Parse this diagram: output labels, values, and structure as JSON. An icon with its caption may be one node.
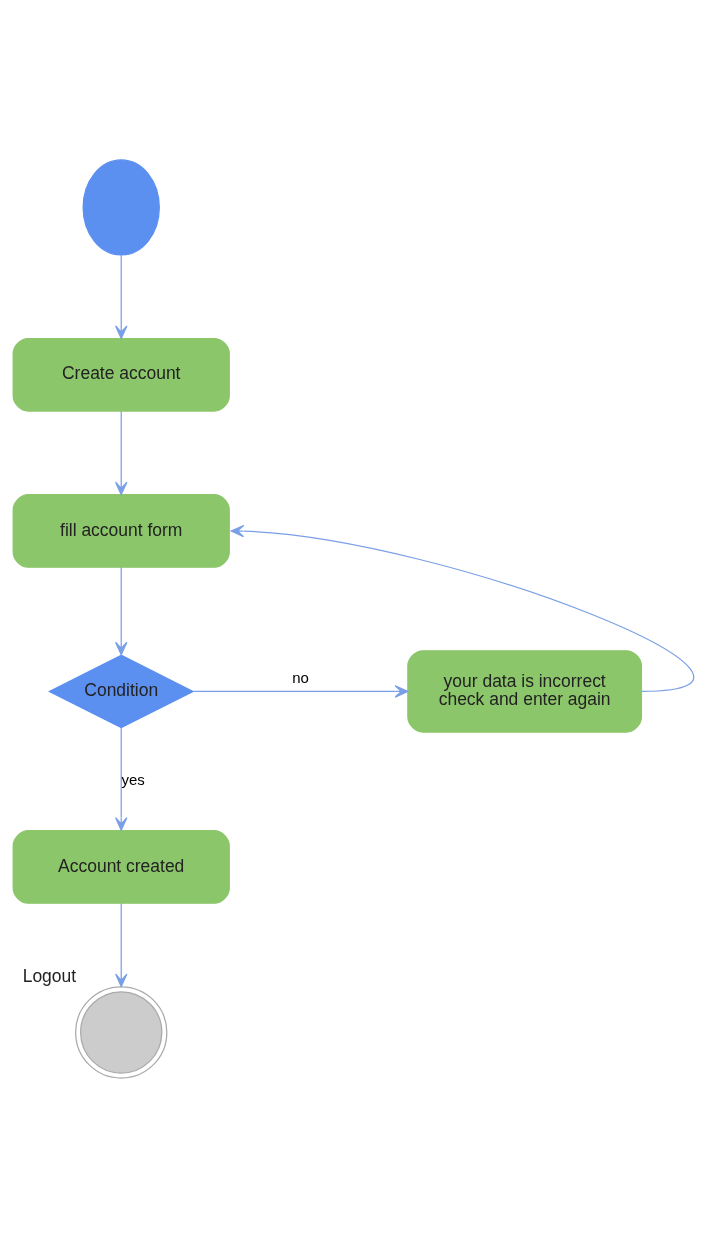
{
  "diagram": {
    "nodes": [
      {
        "text": [],
        "shape": "circle"
      },
      {
        "text": [
          "Create account"
        ]
      },
      {
        "text": [
          "fill account form"
        ]
      },
      {
        "text": [
          "Condition"
        ]
      },
      {
        "text": [
          "your data is incorrect check and enter again"
        ]
      },
      {
        "text": [
          "Account created"
        ]
      },
      {
        "text": [],
        "shape": "circle",
        "beside": [
          "Logout"
        ]
      }
    ],
    "edges": [
      {
        "from": 0,
        "to": 1,
        "arrow": "to"
      },
      {
        "from": 1,
        "to": 2,
        "arrow": "to"
      },
      {
        "from": 2,
        "to": 3,
        "arrow": "to"
      },
      {
        "from": 3,
        "to": 4,
        "arrow": "to",
        "label": "no"
      },
      {
        "from": 4,
        "to": 2,
        "arrow": "to"
      },
      {
        "from": 3,
        "to": 5,
        "arrow": "to",
        "label": "yes"
      },
      {
        "from": 5,
        "to": 6,
        "arrow": "to"
      }
    ]
  }
}
